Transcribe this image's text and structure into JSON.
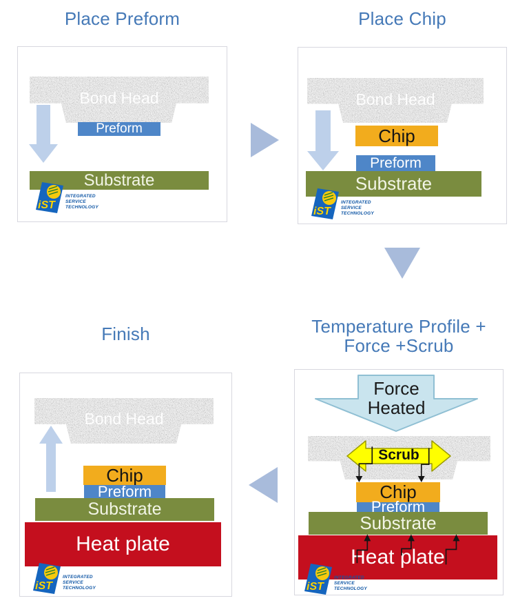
{
  "colors": {
    "title_text": "#4579B7",
    "panel_border": "#D7D7DF",
    "bond_head_gray": "#C7C7C7",
    "preform_blue": "#4E86C8",
    "chip_orange": "#F2AC1D",
    "substrate_green": "#7A8C3F",
    "heat_plate_red": "#C40F1E",
    "flow_triangle_blue": "#A8BBDB",
    "motion_arrow_blue": "#BDD0EA",
    "force_arrow_fill": "#C9E4EE",
    "force_arrow_border": "#8FBFD3",
    "scrub_yellow": "#FFFF00"
  },
  "panels": [
    {
      "id": "place-preform",
      "title_lines": [
        "Place Preform"
      ],
      "labels": {
        "bond_head": "Bond Head",
        "preform": "Preform",
        "substrate": "Substrate"
      }
    },
    {
      "id": "place-chip",
      "title_lines": [
        "Place Chip"
      ],
      "labels": {
        "bond_head": "Bond Head",
        "chip": "Chip",
        "preform": "Preform",
        "substrate": "Substrate"
      }
    },
    {
      "id": "finish",
      "title_lines": [
        "Finish"
      ],
      "labels": {
        "bond_head": "Bond Head",
        "chip": "Chip",
        "preform": "Preform",
        "substrate": "Substrate",
        "heat_plate": "Heat plate"
      }
    },
    {
      "id": "temperature-force-scrub",
      "title_lines": [
        "Temperature Profile +",
        "Force +Scrub"
      ],
      "labels": {
        "force_heated": [
          "Force",
          "Heated"
        ],
        "scrub": "Scrub",
        "chip": "Chip",
        "preform": "Preform",
        "substrate": "Substrate",
        "heat_plate": "Heat plate"
      }
    }
  ],
  "logo": {
    "abbr": "iST",
    "lines": [
      "INTEGRATED",
      "SERVICE",
      "TECHNOLOGY"
    ]
  }
}
